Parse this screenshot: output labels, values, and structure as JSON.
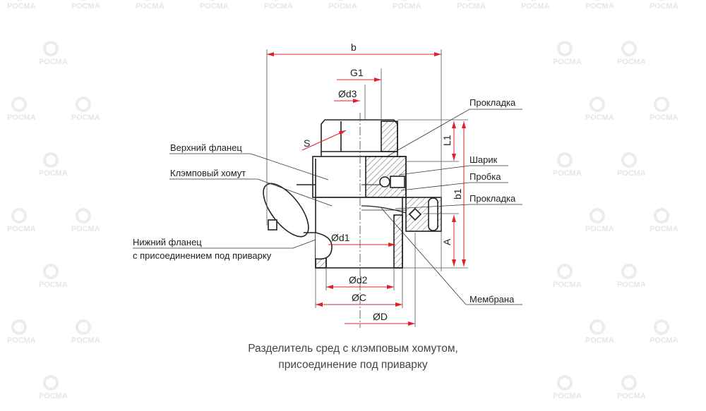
{
  "watermark": "РОСМА",
  "dimensions": {
    "b": "b",
    "G1": "G1",
    "d3": "Ød3",
    "S": "S",
    "L1": "L1",
    "b1": "b1",
    "A": "A",
    "d1": "Ød1",
    "d2": "Ød2",
    "C": "ØC",
    "D": "ØD"
  },
  "labels": {
    "upper_flange": "Верхний фланец",
    "clamp": "Клэмповый хомут",
    "lower_flange_1": "Нижний фланец",
    "lower_flange_2": "с присоединением под приварку",
    "gasket_top": "Прокладка",
    "ball": "Шарик",
    "plug": "Пробка",
    "gasket_bottom": "Прокладка",
    "membrane": "Мембрана"
  },
  "caption": {
    "line1": "Разделитель сред с клэмповым хомутом,",
    "line2": "присоединение под приварку"
  },
  "colors": {
    "dimension": "#e0202a",
    "outline": "#222222"
  }
}
